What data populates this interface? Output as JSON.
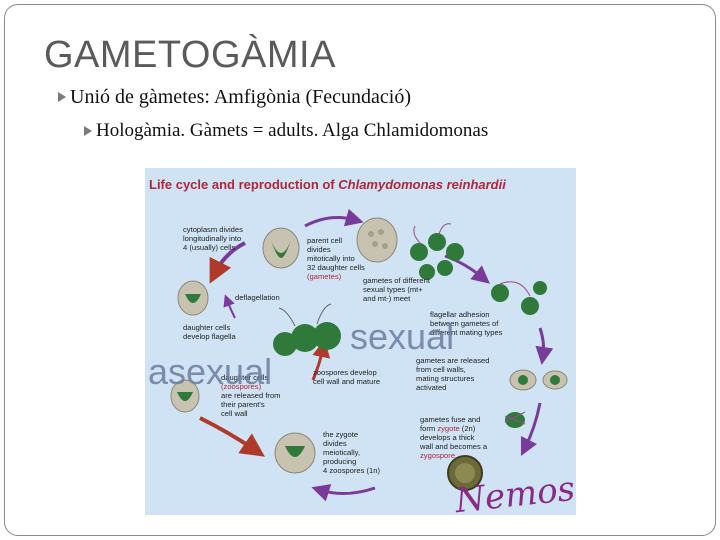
{
  "slide": {
    "title": "GAMETOGÀMIA",
    "bullet_1": "Unió de gàmetes: Amfigònia (Fecundació)",
    "bullet_2": "Hologàmia. Gàmets = adults. Alga Chlamidomonas"
  },
  "figure": {
    "title_prefix": "Life cycle and reproduction of ",
    "title_species": "Chlamydomonas reinhardii",
    "captions": {
      "cytoplasm": "cytoplasm divides\nlongitudinally into\n4 (usually) cells",
      "parent": "parent cell\ndivides\nmitotically into\n32 daughter cells",
      "parent_red": "(gametes)",
      "deflagellation": "deflagellation",
      "gametes_diff": "gametes of different\nsexual types (mt+\nand mt-) meet",
      "flagellar": "flagellar adhesion\nbetween gametes of\ndifferent mating types",
      "daughter_flagella": "daughter cells\ndevelop flagella",
      "zoospores_develop": "zoospores develop\ncell wall and mature",
      "gametes_released": "gametes are released\nfrom cell walls,\nmating structures\nactivated",
      "daughter_zoo_1": "daughter cells",
      "daughter_zoo_red": "(zoospores)",
      "daughter_zoo_2": "are released from\ntheir parent's\ncell wall",
      "zygote_divides": "the zygote\ndivides\nmeiotically,\nproducing\n4 zoospores (1n)",
      "gametes_fuse_1": "gametes fuse and\nform ",
      "gametes_fuse_red": "zygote",
      "gametes_fuse_2": " (2n)\ndevelops a thick\nwall and becomes a",
      "zygospore": "zygospore"
    },
    "overlay_sexual": "sexual",
    "overlay_asexual": "asexual",
    "overlay_signature": "Nemose"
  },
  "colors": {
    "figure_bg": "#cfe3f4",
    "figure_title": "#b0263a",
    "arrow_purple": "#7a3a9a",
    "arrow_red": "#b03a2a",
    "cell_wall": "#c8c2b0",
    "chloroplast": "#2f7a3a",
    "overlay_text": "#6d7d9f",
    "signature": "#8a2a86"
  }
}
